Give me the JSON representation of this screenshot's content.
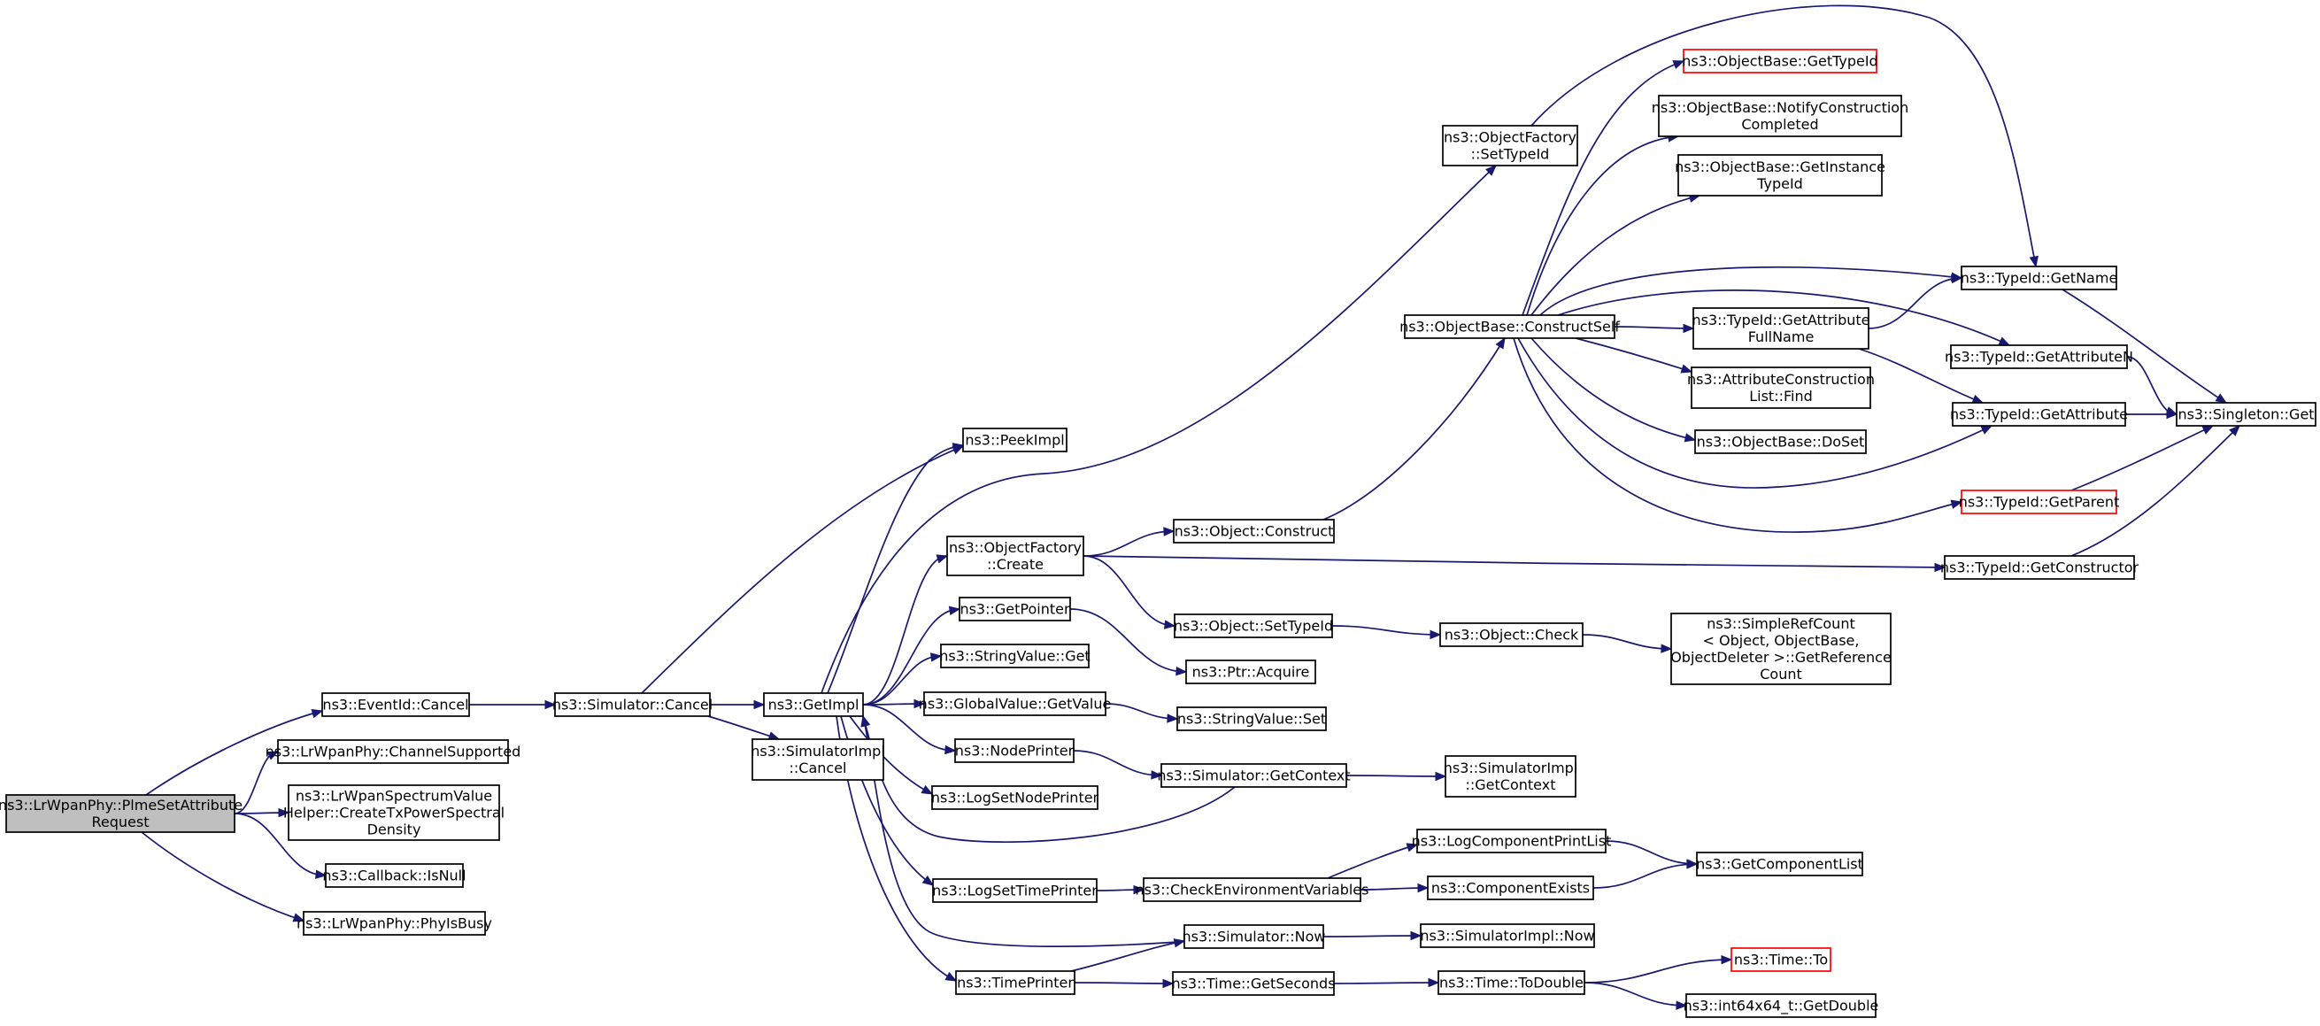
{
  "graph": {
    "title": "",
    "colors": {
      "edge": "#191970",
      "node_fill": "#ffffff",
      "root_fill": "#bfbfbf",
      "border": "#000000",
      "undocumented_border": "#ff0000"
    },
    "nodes": [
      {
        "id": "root",
        "lines": [
          "ns3::LrWpanPhy::PlmeSetAttribute",
          "Request"
        ],
        "root": true
      },
      {
        "id": "eventCancel",
        "lines": [
          "ns3::EventId::Cancel"
        ]
      },
      {
        "id": "channelSupported",
        "lines": [
          "ns3::LrWpanPhy::ChannelSupported"
        ]
      },
      {
        "id": "createTxPsd",
        "lines": [
          "ns3::LrWpanSpectrumValue",
          "Helper::CreateTxPowerSpectral",
          "Density"
        ]
      },
      {
        "id": "isNull",
        "lines": [
          "ns3::Callback::IsNull"
        ]
      },
      {
        "id": "phyIsBusy",
        "lines": [
          "ns3::LrWpanPhy::PhyIsBusy"
        ]
      },
      {
        "id": "simCancel",
        "lines": [
          "ns3::Simulator::Cancel"
        ]
      },
      {
        "id": "getImpl",
        "lines": [
          "ns3::GetImpl"
        ]
      },
      {
        "id": "simImplCancel",
        "lines": [
          "ns3::SimulatorImpl",
          "::Cancel"
        ]
      },
      {
        "id": "peekImpl",
        "lines": [
          "ns3::PeekImpl"
        ]
      },
      {
        "id": "ofCreate",
        "lines": [
          "ns3::ObjectFactory",
          "::Create"
        ]
      },
      {
        "id": "getPointer",
        "lines": [
          "ns3::GetPointer"
        ]
      },
      {
        "id": "stringValueGet",
        "lines": [
          "ns3::StringValue::Get"
        ]
      },
      {
        "id": "globalValueGetValue",
        "lines": [
          "ns3::GlobalValue::GetValue"
        ]
      },
      {
        "id": "nodePrinter",
        "lines": [
          "ns3::NodePrinter"
        ]
      },
      {
        "id": "logSetNodePrinter",
        "lines": [
          "ns3::LogSetNodePrinter"
        ]
      },
      {
        "id": "logSetTimePrinter",
        "lines": [
          "ns3::LogSetTimePrinter"
        ]
      },
      {
        "id": "timePrinter",
        "lines": [
          "ns3::TimePrinter"
        ]
      },
      {
        "id": "ofSetTypeId",
        "lines": [
          "ns3::ObjectFactory",
          "::SetTypeId"
        ]
      },
      {
        "id": "objConstruct",
        "lines": [
          "ns3::Object::Construct"
        ]
      },
      {
        "id": "objSetTypeId",
        "lines": [
          "ns3::Object::SetTypeId"
        ]
      },
      {
        "id": "ptrAcquire",
        "lines": [
          "ns3::Ptr::Acquire"
        ]
      },
      {
        "id": "stringValueSet",
        "lines": [
          "ns3::StringValue::Set"
        ]
      },
      {
        "id": "simGetContext",
        "lines": [
          "ns3::Simulator::GetContext"
        ]
      },
      {
        "id": "checkEnv",
        "lines": [
          "ns3::CheckEnvironmentVariables"
        ]
      },
      {
        "id": "simNow",
        "lines": [
          "ns3::Simulator::Now"
        ]
      },
      {
        "id": "timeGetSeconds",
        "lines": [
          "ns3::Time::GetSeconds"
        ]
      },
      {
        "id": "constructSelf",
        "lines": [
          "ns3::ObjectBase::ConstructSelf"
        ]
      },
      {
        "id": "objCheck",
        "lines": [
          "ns3::Object::Check"
        ]
      },
      {
        "id": "simImplGetContext",
        "lines": [
          "ns3::SimulatorImpl",
          "::GetContext"
        ]
      },
      {
        "id": "logComponentPrintList",
        "lines": [
          "ns3::LogComponentPrintList"
        ]
      },
      {
        "id": "componentExists",
        "lines": [
          "ns3::ComponentExists"
        ]
      },
      {
        "id": "simImplNow",
        "lines": [
          "ns3::SimulatorImpl::Now"
        ]
      },
      {
        "id": "timeToDouble",
        "lines": [
          "ns3::Time::ToDouble"
        ]
      },
      {
        "id": "obGetTypeId",
        "lines": [
          "ns3::ObjectBase::GetTypeId"
        ],
        "undocumented": true
      },
      {
        "id": "obNotify",
        "lines": [
          "ns3::ObjectBase::NotifyConstruction",
          "Completed"
        ]
      },
      {
        "id": "obGetInstanceTypeId",
        "lines": [
          "ns3::ObjectBase::GetInstance",
          "TypeId"
        ]
      },
      {
        "id": "tidGetAttributeFullName",
        "lines": [
          "ns3::TypeId::GetAttribute",
          "FullName"
        ]
      },
      {
        "id": "attrConstructionListFind",
        "lines": [
          "ns3::AttributeConstruction",
          "List::Find"
        ]
      },
      {
        "id": "obDoSet",
        "lines": [
          "ns3::ObjectBase::DoSet"
        ]
      },
      {
        "id": "simpleRefCount",
        "lines": [
          "ns3::SimpleRefCount",
          "< Object, ObjectBase,",
          "ObjectDeleter >::GetReference",
          "Count"
        ]
      },
      {
        "id": "getComponentList",
        "lines": [
          "ns3::GetComponentList"
        ]
      },
      {
        "id": "timeTo",
        "lines": [
          "ns3::Time::To"
        ],
        "undocumented": true
      },
      {
        "id": "int64GetDouble",
        "lines": [
          "ns3::int64x64_t::GetDouble"
        ]
      },
      {
        "id": "tidGetName",
        "lines": [
          "ns3::TypeId::GetName"
        ]
      },
      {
        "id": "tidGetAttributeN",
        "lines": [
          "ns3::TypeId::GetAttributeN"
        ]
      },
      {
        "id": "tidGetAttribute",
        "lines": [
          "ns3::TypeId::GetAttribute"
        ]
      },
      {
        "id": "tidGetParent",
        "lines": [
          "ns3::TypeId::GetParent"
        ],
        "undocumented": true
      },
      {
        "id": "tidGetConstructor",
        "lines": [
          "ns3::TypeId::GetConstructor"
        ]
      },
      {
        "id": "singletonGet",
        "lines": [
          "ns3::Singleton::Get"
        ]
      }
    ],
    "edges": [
      [
        "root",
        "eventCancel"
      ],
      [
        "root",
        "channelSupported"
      ],
      [
        "root",
        "createTxPsd"
      ],
      [
        "root",
        "isNull"
      ],
      [
        "root",
        "phyIsBusy"
      ],
      [
        "eventCancel",
        "simCancel"
      ],
      [
        "simCancel",
        "getImpl"
      ],
      [
        "simCancel",
        "simImplCancel"
      ],
      [
        "simCancel",
        "peekImpl"
      ],
      [
        "getImpl",
        "peekImpl"
      ],
      [
        "getImpl",
        "ofSetTypeId"
      ],
      [
        "getImpl",
        "ofCreate"
      ],
      [
        "getImpl",
        "getPointer"
      ],
      [
        "getImpl",
        "stringValueGet"
      ],
      [
        "getImpl",
        "globalValueGetValue"
      ],
      [
        "getImpl",
        "nodePrinter"
      ],
      [
        "getImpl",
        "logSetNodePrinter"
      ],
      [
        "getImpl",
        "logSetTimePrinter"
      ],
      [
        "getImpl",
        "timePrinter"
      ],
      [
        "ofSetTypeId",
        "tidGetName"
      ],
      [
        "ofCreate",
        "objConstruct"
      ],
      [
        "ofCreate",
        "objSetTypeId"
      ],
      [
        "ofCreate",
        "tidGetConstructor"
      ],
      [
        "objConstruct",
        "constructSelf"
      ],
      [
        "getPointer",
        "ptrAcquire"
      ],
      [
        "objSetTypeId",
        "objCheck"
      ],
      [
        "objCheck",
        "simpleRefCount"
      ],
      [
        "globalValueGetValue",
        "stringValueSet"
      ],
      [
        "nodePrinter",
        "simGetContext"
      ],
      [
        "simGetContext",
        "simImplGetContext"
      ],
      [
        "simGetContext",
        "getImpl"
      ],
      [
        "logSetTimePrinter",
        "checkEnv"
      ],
      [
        "checkEnv",
        "logComponentPrintList"
      ],
      [
        "checkEnv",
        "componentExists"
      ],
      [
        "logComponentPrintList",
        "getComponentList"
      ],
      [
        "componentExists",
        "getComponentList"
      ],
      [
        "simNow",
        "simImplNow"
      ],
      [
        "simNow",
        "getImpl"
      ],
      [
        "timePrinter",
        "simNow"
      ],
      [
        "timePrinter",
        "timeGetSeconds"
      ],
      [
        "timeGetSeconds",
        "timeToDouble"
      ],
      [
        "timeToDouble",
        "timeTo"
      ],
      [
        "timeToDouble",
        "int64GetDouble"
      ],
      [
        "constructSelf",
        "obGetTypeId"
      ],
      [
        "constructSelf",
        "obNotify"
      ],
      [
        "constructSelf",
        "obGetInstanceTypeId"
      ],
      [
        "constructSelf",
        "tidGetName"
      ],
      [
        "constructSelf",
        "tidGetAttributeFullName"
      ],
      [
        "constructSelf",
        "tidGetAttributeN"
      ],
      [
        "constructSelf",
        "attrConstructionListFind"
      ],
      [
        "constructSelf",
        "obDoSet"
      ],
      [
        "constructSelf",
        "tidGetAttribute"
      ],
      [
        "constructSelf",
        "tidGetParent"
      ],
      [
        "tidGetAttributeFullName",
        "tidGetName"
      ],
      [
        "tidGetAttributeFullName",
        "tidGetAttribute"
      ],
      [
        "tidGetName",
        "singletonGet"
      ],
      [
        "tidGetAttributeN",
        "singletonGet"
      ],
      [
        "tidGetAttribute",
        "singletonGet"
      ],
      [
        "tidGetParent",
        "singletonGet"
      ],
      [
        "tidGetConstructor",
        "singletonGet"
      ]
    ]
  }
}
